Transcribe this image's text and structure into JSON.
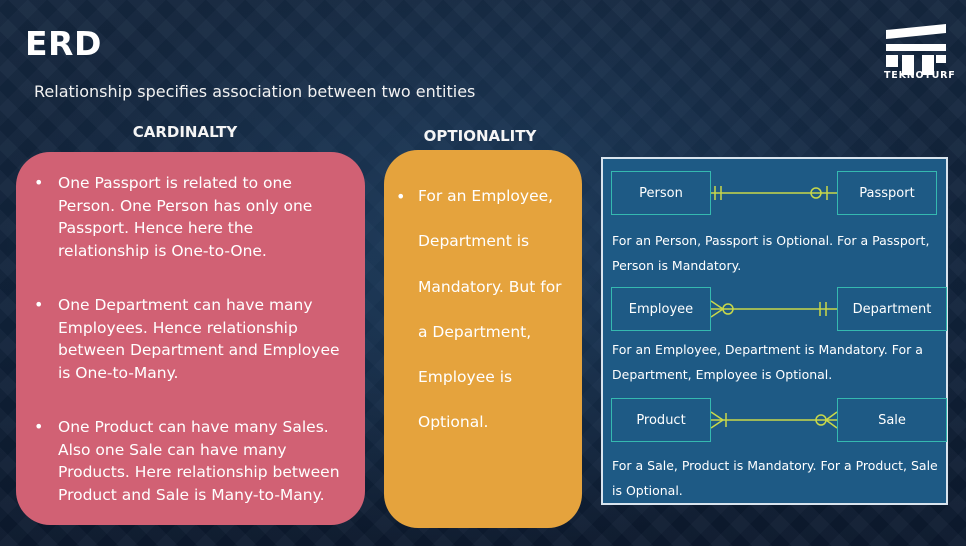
{
  "slide": {
    "title": "ERD",
    "subtitle": "Relationship specifies association between two entities",
    "logo_text": "TEKNOTURF"
  },
  "cardinality": {
    "heading": "CARDINALTY",
    "items": [
      "One Passport is related to one Person. One Person has only one Passport. Hence here the relationship is One-to-One.",
      "One Department can have many Employees.  Hence relationship between Department and Employee is One-to-Many.",
      "One Product can have many Sales. Also one Sale can have many Products.  Here relationship between Product and Sale is Many-to-Many."
    ]
  },
  "optionality": {
    "heading": "OPTIONALITY",
    "lines": [
      "For an Employee,",
      "Department is",
      "Mandatory. But for",
      "a Department,",
      "Employee is",
      "Optional."
    ]
  },
  "erd": {
    "diagrams": [
      {
        "left": "Person",
        "right": "Passport",
        "note": "For an Person, Passport is Optional. For a Passport, Person is Mandatory."
      },
      {
        "left": "Employee",
        "right": "Department",
        "note": "For an Employee, Department is Mandatory. For a Department, Employee is Optional."
      },
      {
        "left": "Product",
        "right": "Sale",
        "note": "For a Sale, Product is Mandatory. For a Product, Sale is Optional."
      }
    ],
    "colors": {
      "panel": "#1e5a85",
      "entity_border": "#35b9b0",
      "connector": "#c8d84a"
    }
  },
  "colors": {
    "cardinality_card": "#d16174",
    "optionality_card": "#e5a33d",
    "background": "#15273f"
  }
}
